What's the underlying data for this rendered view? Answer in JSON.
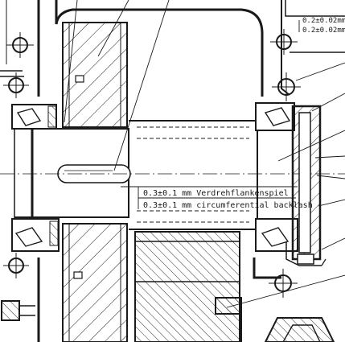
{
  "annotations": {
    "tolerance_top_1": "0.2±0.02mm",
    "tolerance_top_2": "0.2±0.02mm",
    "backlash_de": "0.3±0.1 mm Verdrehflankenspiel",
    "backlash_en": "0.3±0.1 mm circumferential backlash"
  },
  "palette": {
    "ink": "#1a1a1a",
    "paper": "#ffffff"
  }
}
